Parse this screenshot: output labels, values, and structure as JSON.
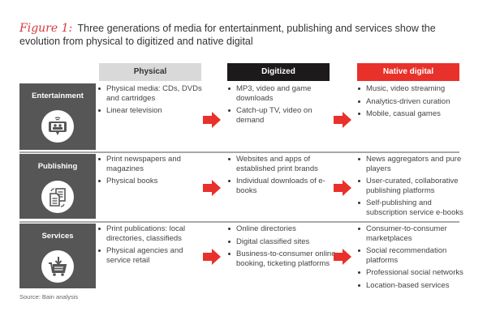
{
  "title": {
    "figure_label": "Figure 1:",
    "text": "Three generations of media for entertainment, publishing and services show the evolution from physical to digitized and native digital"
  },
  "columns": [
    {
      "label": "Physical",
      "color": "#d9d9d9"
    },
    {
      "label": "Digitized",
      "color": "#1c1a1a"
    },
    {
      "label": "Native digital",
      "color": "#e8312a"
    }
  ],
  "rows": [
    {
      "label": "Entertainment",
      "icon": "video-phone-icon",
      "physical": [
        "Physical media: CDs, DVDs and cartridges",
        "Linear television"
      ],
      "digitized": [
        "MP3, video and game downloads",
        "Catch-up TV, video on demand"
      ],
      "native": [
        "Music, video streaming",
        "Analytics-driven curation",
        "Mobile, casual games"
      ]
    },
    {
      "label": "Publishing",
      "icon": "documents-exchange-icon",
      "physical": [
        "Print newspapers and magazines",
        "Physical books"
      ],
      "digitized": [
        "Websites and apps of established print brands",
        "Individual downloads of e-books"
      ],
      "native": [
        "News aggregators and pure players",
        "User-curated, collaborative publishing platforms",
        "Self-publishing and subscription service e-books"
      ]
    },
    {
      "label": "Services",
      "icon": "shopping-cart-download-icon",
      "physical": [
        "Print publications: local directories, classifieds",
        "Physical agencies and service retail"
      ],
      "digitized": [
        "Online directories",
        "Digital classified sites",
        "Business-to-consumer online booking, ticketing platforms"
      ],
      "native": [
        "Consumer-to-consumer marketplaces",
        "Social recommendation platforms",
        "Professional social networks",
        "Location-based services"
      ]
    }
  ],
  "arrow_color": "#e8312a",
  "source": "Source: Bain analysis"
}
